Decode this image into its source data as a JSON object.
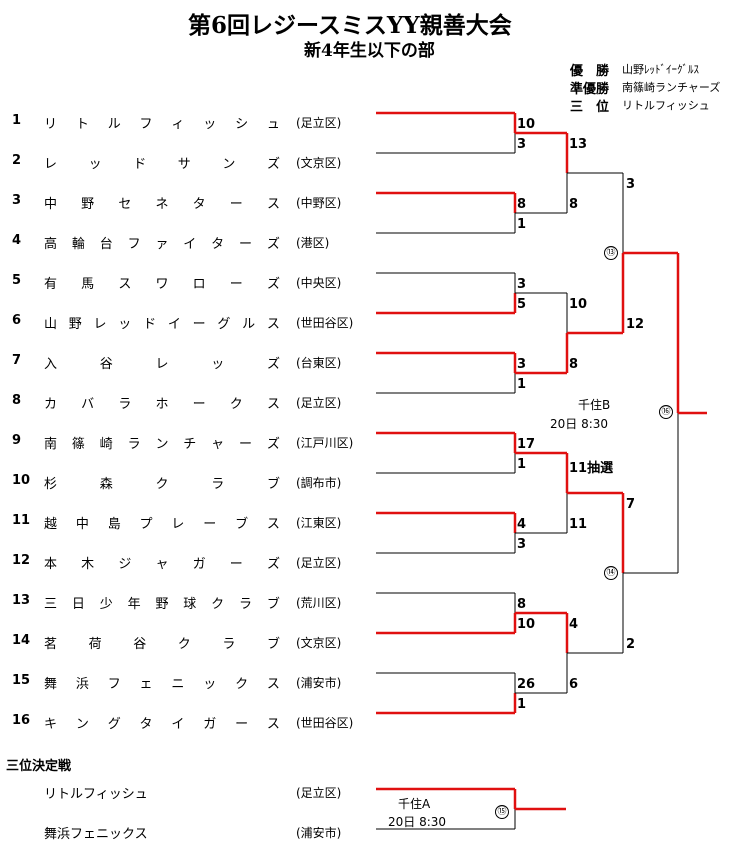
{
  "title": "第6回レジースミスYY親善大会",
  "subtitle": "新4年生以下の部",
  "results": [
    {
      "label": "優　勝",
      "value": "山野ﾚｯﾄﾞｲｰｸﾞﾙｽ"
    },
    {
      "label": "準優勝",
      "value": "南篠崎ランチャーズ"
    },
    {
      "label": "三　位",
      "value": "リトルフィッシュ"
    }
  ],
  "teams": [
    {
      "num": "1",
      "name": "リトルフィッシュ",
      "area": "(足立区)"
    },
    {
      "num": "2",
      "name": "レッドサンズ",
      "area": "(文京区)"
    },
    {
      "num": "3",
      "name": "中野セネタース",
      "area": "(中野区)"
    },
    {
      "num": "4",
      "name": "高輪台ファイターズ",
      "area": "(港区)"
    },
    {
      "num": "5",
      "name": "有馬スワローズ",
      "area": "(中央区)"
    },
    {
      "num": "6",
      "name": "山野レッドイーグルス",
      "area": "(世田谷区)"
    },
    {
      "num": "7",
      "name": "入谷レッズ",
      "area": "(台東区)"
    },
    {
      "num": "8",
      "name": "カバラホークス",
      "area": "(足立区)"
    },
    {
      "num": "9",
      "name": "南篠崎ランチャーズ",
      "area": "(江戸川区)"
    },
    {
      "num": "10",
      "name": "杉森クラブ",
      "area": "(調布市)"
    },
    {
      "num": "11",
      "name": "越中島プレーブス",
      "area": "(江東区)"
    },
    {
      "num": "12",
      "name": "本木ジャガーズ",
      "area": "(足立区)"
    },
    {
      "num": "13",
      "name": "三日少年野球クラブ",
      "area": "(荒川区)"
    },
    {
      "num": "14",
      "name": "茗荷谷クラブ",
      "area": "(文京区)"
    },
    {
      "num": "15",
      "name": "舞浜フェニックス",
      "area": "(浦安市)"
    },
    {
      "num": "16",
      "name": "キングタイガース",
      "area": "(世田谷区)"
    }
  ],
  "r1_scores": [
    "10",
    "3",
    "8",
    "1",
    "3",
    "5",
    "3",
    "1",
    "17",
    "1",
    "4",
    "3",
    "8",
    "10",
    "26",
    "1"
  ],
  "r2_scores": [
    "13",
    "8",
    "10",
    "8",
    "11抽選",
    "11",
    "4",
    "6"
  ],
  "r3_scores": [
    "3",
    "12",
    "7",
    "2"
  ],
  "game_labels": {
    "g13": "⑬",
    "g14": "⑭",
    "g15": "⑮",
    "g16": "⑯"
  },
  "venue_final": {
    "place": "千住B",
    "time": "20日 8:30"
  },
  "third_place": {
    "heading": "三位決定戦",
    "teams": [
      {
        "name": "リトルフィッシュ",
        "area": "(足立区)"
      },
      {
        "name": "舞浜フェニックス",
        "area": "(浦安市)"
      }
    ],
    "venue": {
      "place": "千住A",
      "time": "20日 8:30"
    }
  },
  "colors": {
    "winner": "#e01010",
    "loser": "#000000"
  }
}
